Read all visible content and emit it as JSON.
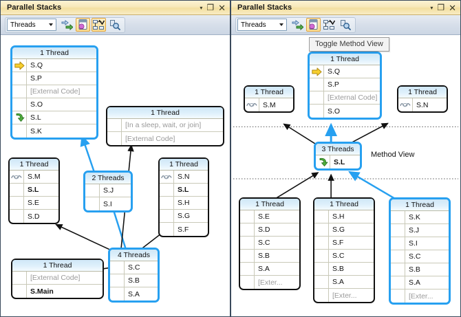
{
  "window": {
    "title": "Parallel Stacks",
    "buttons": {
      "menu": "▾",
      "maximize": "❐",
      "close": "✕"
    }
  },
  "toolbar": {
    "combo_value": "Threads",
    "icons": [
      "show-only-flagged-icon",
      "toggle-method-view-icon",
      "auto-scroll-to-current-stack-frame-icon",
      "zoom-icon"
    ]
  },
  "tooltip": {
    "text": "Toggle Method View"
  },
  "labels": {
    "method_view": "Method View"
  },
  "left_panel": {
    "nodes": [
      {
        "id": "L1",
        "selected": true,
        "header": "1 Thread",
        "rows": [
          {
            "text": "S.Q",
            "icon": "yellow-arrow-icon",
            "style": "normal"
          },
          {
            "text": "S.P",
            "icon": "",
            "style": "normal"
          },
          {
            "text": "[External Code]",
            "icon": "",
            "style": "external"
          },
          {
            "text": "S.O",
            "icon": "",
            "style": "normal"
          },
          {
            "text": "S.L",
            "icon": "green-arrow-icon",
            "style": "normal"
          },
          {
            "text": "S.K",
            "icon": "",
            "style": "normal"
          }
        ]
      },
      {
        "id": "L2",
        "selected": false,
        "header": "1 Thread",
        "rows": [
          {
            "text": "[In a sleep, wait, or join]",
            "icon": "",
            "style": "external"
          },
          {
            "text": "[External Code]",
            "icon": "",
            "style": "external"
          }
        ]
      },
      {
        "id": "L3",
        "selected": false,
        "header": "1 Thread",
        "rows": [
          {
            "text": "S.M",
            "icon": "wait-icon",
            "style": "normal"
          },
          {
            "text": "S.L",
            "icon": "",
            "style": "bold"
          },
          {
            "text": "S.E",
            "icon": "",
            "style": "normal"
          },
          {
            "text": "S.D",
            "icon": "",
            "style": "normal"
          }
        ]
      },
      {
        "id": "L4",
        "selected": true,
        "header": "2 Threads",
        "rows": [
          {
            "text": "S.J",
            "icon": "",
            "style": "normal"
          },
          {
            "text": "S.I",
            "icon": "",
            "style": "normal"
          }
        ]
      },
      {
        "id": "L5",
        "selected": false,
        "header": "1 Thread",
        "rows": [
          {
            "text": "S.N",
            "icon": "wait-icon",
            "style": "normal"
          },
          {
            "text": "S.L",
            "icon": "",
            "style": "bold"
          },
          {
            "text": "S.H",
            "icon": "",
            "style": "normal"
          },
          {
            "text": "S.G",
            "icon": "",
            "style": "normal"
          },
          {
            "text": "S.F",
            "icon": "",
            "style": "normal"
          }
        ]
      },
      {
        "id": "L6",
        "selected": false,
        "header": "1 Thread",
        "rows": [
          {
            "text": "[External Code]",
            "icon": "",
            "style": "external"
          },
          {
            "text": "S.Main",
            "icon": "",
            "style": "bold"
          }
        ]
      },
      {
        "id": "L7",
        "selected": true,
        "header": "4 Threads",
        "rows": [
          {
            "text": "S.C",
            "icon": "",
            "style": "normal"
          },
          {
            "text": "S.B",
            "icon": "",
            "style": "normal"
          },
          {
            "text": "S.A",
            "icon": "",
            "style": "normal"
          }
        ]
      }
    ]
  },
  "right_panel": {
    "nodes": [
      {
        "id": "R1",
        "selected": true,
        "header": "1 Thread",
        "rows": [
          {
            "text": "S.Q",
            "icon": "yellow-arrow-icon",
            "style": "normal"
          },
          {
            "text": "S.P",
            "icon": "",
            "style": "normal"
          },
          {
            "text": "[External Code]",
            "icon": "",
            "style": "external"
          },
          {
            "text": "S.O",
            "icon": "",
            "style": "normal"
          }
        ]
      },
      {
        "id": "R2",
        "selected": false,
        "header": "1 Thread",
        "rows": [
          {
            "text": "S.M",
            "icon": "wait-icon",
            "style": "normal"
          }
        ]
      },
      {
        "id": "R3",
        "selected": false,
        "header": "1 Thread",
        "rows": [
          {
            "text": "S.N",
            "icon": "wait-icon",
            "style": "normal"
          }
        ]
      },
      {
        "id": "R4",
        "selected": true,
        "header": "3 Threads",
        "rows": [
          {
            "text": "S.L",
            "icon": "green-arrow-icon",
            "style": "bold"
          }
        ]
      },
      {
        "id": "R5",
        "selected": false,
        "header": "1 Thread",
        "rows": [
          {
            "text": "S.E",
            "icon": "",
            "style": "normal"
          },
          {
            "text": "S.D",
            "icon": "",
            "style": "normal"
          },
          {
            "text": "S.C",
            "icon": "",
            "style": "normal"
          },
          {
            "text": "S.B",
            "icon": "",
            "style": "normal"
          },
          {
            "text": "S.A",
            "icon": "",
            "style": "normal"
          },
          {
            "text": "[Exter...",
            "icon": "",
            "style": "external"
          }
        ]
      },
      {
        "id": "R6",
        "selected": false,
        "header": "1 Thread",
        "rows": [
          {
            "text": "S.H",
            "icon": "",
            "style": "normal"
          },
          {
            "text": "S.G",
            "icon": "",
            "style": "normal"
          },
          {
            "text": "S.F",
            "icon": "",
            "style": "normal"
          },
          {
            "text": "S.C",
            "icon": "",
            "style": "normal"
          },
          {
            "text": "S.B",
            "icon": "",
            "style": "normal"
          },
          {
            "text": "S.A",
            "icon": "",
            "style": "normal"
          },
          {
            "text": "[Exter...",
            "icon": "",
            "style": "external"
          }
        ]
      },
      {
        "id": "R7",
        "selected": true,
        "header": "1 Thread",
        "rows": [
          {
            "text": "S.K",
            "icon": "",
            "style": "normal"
          },
          {
            "text": "S.J",
            "icon": "",
            "style": "normal"
          },
          {
            "text": "S.I",
            "icon": "",
            "style": "normal"
          },
          {
            "text": "S.C",
            "icon": "",
            "style": "normal"
          },
          {
            "text": "S.B",
            "icon": "",
            "style": "normal"
          },
          {
            "text": "S.A",
            "icon": "",
            "style": "normal"
          },
          {
            "text": "[Exter...",
            "icon": "",
            "style": "external"
          }
        ]
      }
    ]
  },
  "colors": {
    "title_gold": "#f3dfa0",
    "selection_blue": "#27a0f0",
    "header_blue": "#cfe7f7",
    "external_gray": "#9a9a9a",
    "panel_border": "#3a4a5c"
  }
}
